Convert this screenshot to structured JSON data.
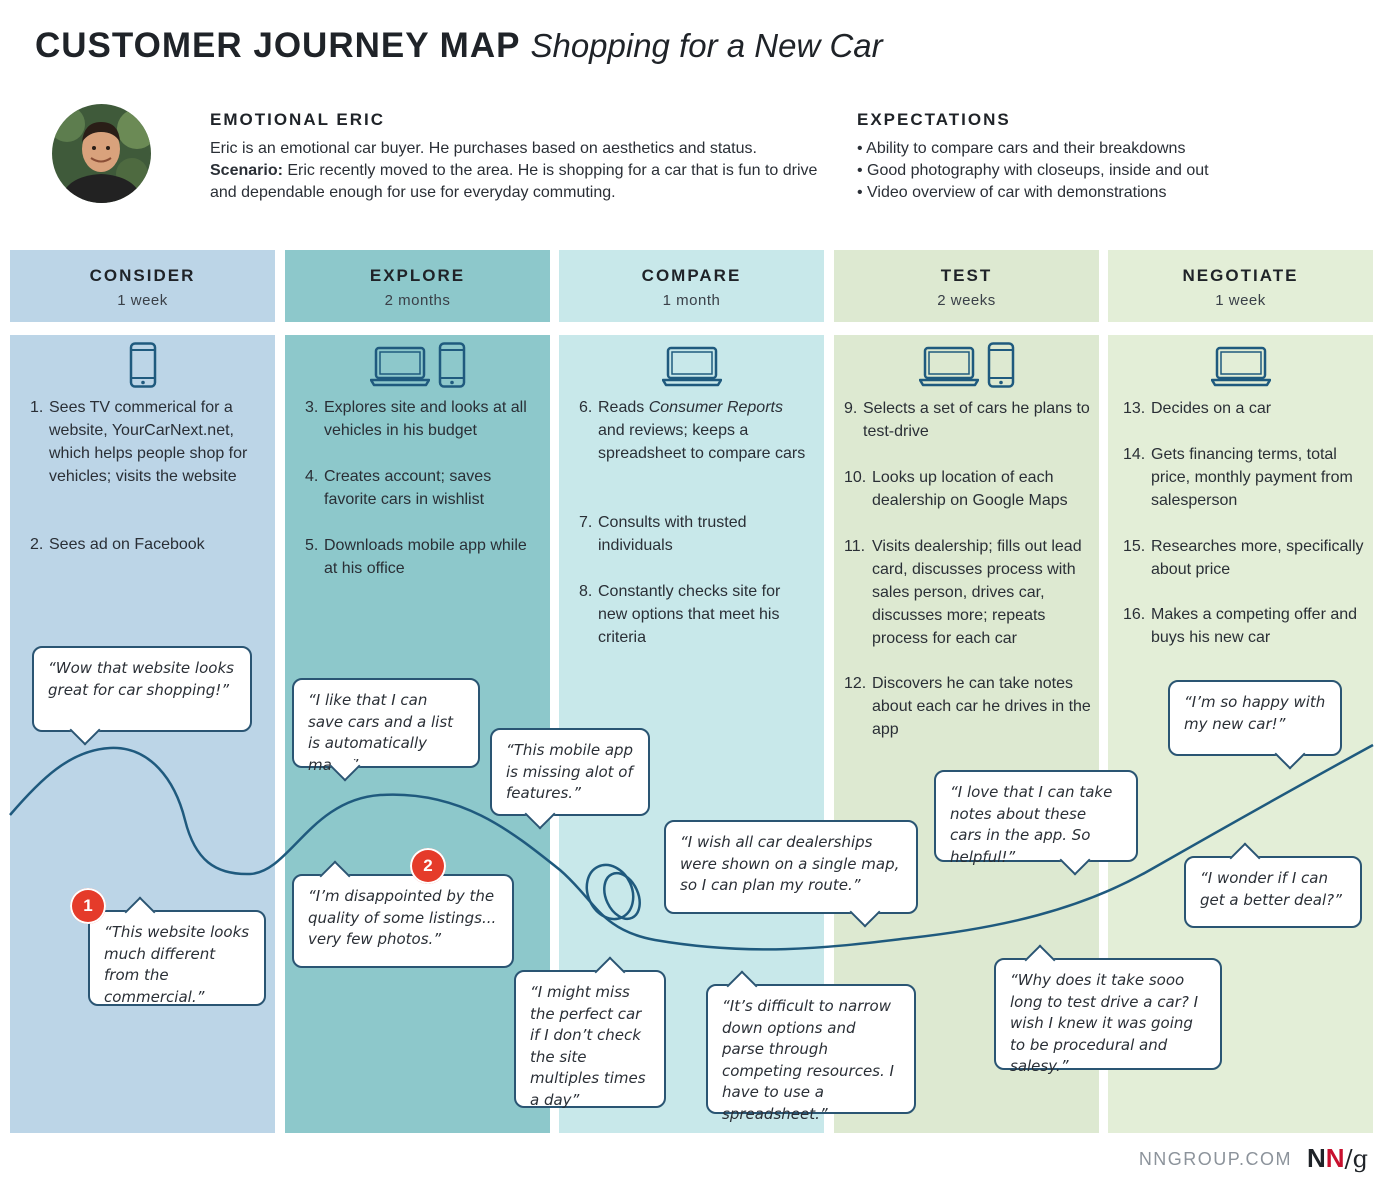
{
  "title": {
    "main": "CUSTOMER JOURNEY MAP",
    "sub": "Shopping for a New Car"
  },
  "persona": {
    "name": "EMOTIONAL ERIC",
    "line1": "Eric is an emotional car buyer. He purchases based on aesthetics and status.",
    "scenario_label": "Scenario:",
    "scenario_text": "Eric recently moved to the area. He is shopping for a car that is fun to drive and dependable enough for use for everyday commuting."
  },
  "expectations": {
    "title": "EXPECTATIONS",
    "items": [
      "Ability to compare cars and their breakdowns",
      "Good photography with closeups, inside and out",
      "Video overview of car with demonstrations"
    ]
  },
  "phases": [
    {
      "name": "CONSIDER",
      "duration": "1 week",
      "color": "#bcd5e7",
      "devices": [
        "phone-icon"
      ],
      "steps": [
        {
          "num": "1.",
          "text": "Sees TV commerical for a website, YourCarNext.net, which helps people shop for vehicles; visits the website"
        },
        {
          "num": "2.",
          "text": "Sees ad on Facebook"
        }
      ]
    },
    {
      "name": "EXPLORE",
      "duration": "2 months",
      "color": "#8dc8cb",
      "devices": [
        "laptop-icon",
        "phone-icon"
      ],
      "steps": [
        {
          "num": "3.",
          "text": "Explores site and looks at all vehicles in his budget"
        },
        {
          "num": "4.",
          "text": "Creates account; saves favorite cars in wishlist"
        },
        {
          "num": "5.",
          "text": "Downloads mobile app while at his office"
        }
      ]
    },
    {
      "name": "COMPARE",
      "duration": "1 month",
      "color": "#c8e8ea",
      "devices": [
        "laptop-icon"
      ],
      "steps": [
        {
          "num": "6.",
          "text_italic": "Consumer Reports",
          "text_pre": "Reads",
          "text": "and reviews; keeps a spreadsheet to compare cars"
        },
        {
          "num": "7.",
          "text": "Consults with trusted individuals"
        },
        {
          "num": "8.",
          "text": "Constantly checks site for new options that meet his criteria"
        }
      ]
    },
    {
      "name": "TEST",
      "duration": "2 weeks",
      "color": "#dde9d1",
      "devices": [
        "laptop-icon",
        "phone-icon"
      ],
      "steps": [
        {
          "num": "9.",
          "text": "Selects a set of cars he plans to test-drive"
        },
        {
          "num": "10.",
          "text": "Looks up location of each dealership on Google Maps"
        },
        {
          "num": "11.",
          "text": "Visits dealership; fills out lead card, discusses process with sales person, drives car, discusses more; repeats process for each car"
        },
        {
          "num": "12.",
          "text": "Discovers he can take notes about each car he drives in the app"
        }
      ]
    },
    {
      "name": "NEGOTIATE",
      "duration": "1 week",
      "color": "#e3eed7",
      "devices": [
        "laptop-icon"
      ],
      "steps": [
        {
          "num": "13.",
          "text": "Decides on a car"
        },
        {
          "num": "14.",
          "text": "Gets financing terms, total price, monthly payment from salesperson"
        },
        {
          "num": "15.",
          "text": "Researches more, specifically about price"
        },
        {
          "num": "16.",
          "text": "Makes a competing offer and buys his new car"
        }
      ]
    }
  ],
  "quotes": [
    "“Wow that website looks great for car shopping!”",
    "“This website looks much different from the commercial.”",
    "“I like that I can save cars and a list is automatically made”",
    "“I’m disappointed by the quality of some listings... very few photos.”",
    "“This mobile app is missing alot of features.”",
    "“I might miss the perfect car if I don’t check the site multiples times a day”",
    "“I wish all car dealerships were shown on a single map, so I can plan my route.”",
    "“It’s difficult to narrow down options and parse through competing resources. I have to use a spreadsheet.”",
    "“I love that I can take notes about these cars in the app. So helpful!”",
    "“Why does it take sooo long to test drive a car? I wish I knew it was going to be procedural and salesy.”",
    "“I’m so happy with my new car!”",
    "“I wonder if I can get a better deal?”"
  ],
  "badges": [
    "1",
    "2"
  ],
  "colors": {
    "curve": "#1f5a7e",
    "bubble_border": "#2a5573",
    "badge": "#e53b2a"
  },
  "footer": {
    "site": "NNGROUP.COM",
    "logo_n1": "N",
    "logo_n2": "N",
    "logo_g": "/g"
  }
}
